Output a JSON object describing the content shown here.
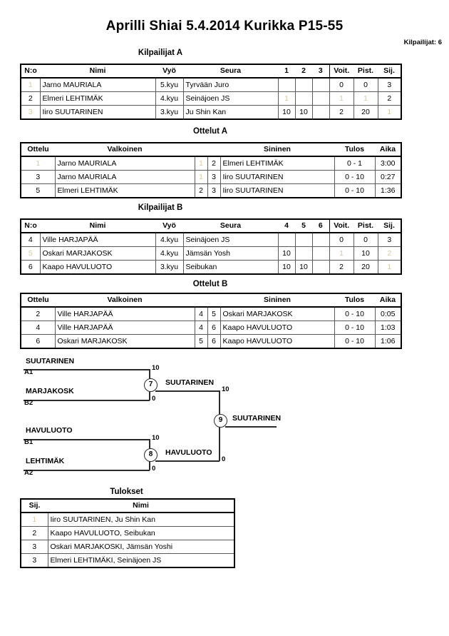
{
  "header": {
    "title": "Aprilli Shiai  5.4.2014  Kurikka   P15-55",
    "entrants": "Kilpailijat: 6"
  },
  "pool_a": {
    "caption": "Kilpailijat A",
    "columns": [
      "N:o",
      "Nimi",
      "Vyö",
      "Seura",
      "1",
      "2",
      "3",
      "Voit.",
      "Pist.",
      "Sij."
    ],
    "rows": [
      {
        "no": "1",
        "name": "Jarno MAURIALA",
        "belt": "5.kyu",
        "club": "Tyrvään Juro",
        "m1": "",
        "m2": "",
        "m3": "",
        "wins": "0",
        "points": "0",
        "rank": "3"
      },
      {
        "no": "2",
        "name": "Elmeri LEHTIMÄK",
        "belt": "4.kyu",
        "club": "Seinäjoen JS",
        "m1": "1",
        "m2": "",
        "m3": "",
        "wins": "1",
        "points": "1",
        "rank": "2"
      },
      {
        "no": "3",
        "name": "Iiro SUUTARINEN",
        "belt": "3.kyu",
        "club": "Ju Shin Kan",
        "m1": "10",
        "m2": "10",
        "m3": "",
        "wins": "2",
        "points": "20",
        "rank": "1"
      }
    ]
  },
  "matches_a": {
    "caption": "Ottelut A",
    "columns": [
      "Ottelu",
      "Valkoinen",
      "",
      "",
      "Sininen",
      "Tulos",
      "Aika"
    ],
    "rows": [
      {
        "no": "1",
        "white": "Jarno MAURIALA",
        "wno": "1",
        "bno": "2",
        "blue": "Elmeri LEHTIMÄK",
        "result": "0 - 1",
        "time": "3:00"
      },
      {
        "no": "3",
        "white": "Jarno MAURIALA",
        "wno": "1",
        "bno": "3",
        "blue": "Iiro SUUTARINEN",
        "result": "0 - 10",
        "time": "0:27"
      },
      {
        "no": "5",
        "white": "Elmeri LEHTIMÄK",
        "wno": "2",
        "bno": "3",
        "blue": "Iiro SUUTARINEN",
        "result": "0 - 10",
        "time": "1:36"
      }
    ]
  },
  "pool_b": {
    "caption": "Kilpailijat B",
    "columns": [
      "N:o",
      "Nimi",
      "Vyö",
      "Seura",
      "4",
      "5",
      "6",
      "Voit.",
      "Pist.",
      "Sij."
    ],
    "rows": [
      {
        "no": "4",
        "name": "Ville HARJAPÄÄ",
        "belt": "4.kyu",
        "club": "Seinäjoen JS",
        "m1": "",
        "m2": "",
        "m3": "",
        "wins": "0",
        "points": "0",
        "rank": "3"
      },
      {
        "no": "5",
        "name": "Oskari MARJAKOSK",
        "belt": "4.kyu",
        "club": "Jämsän Yosh",
        "m1": "10",
        "m2": "",
        "m3": "",
        "wins": "1",
        "points": "10",
        "rank": "2"
      },
      {
        "no": "6",
        "name": "Kaapo HAVULUOTO",
        "belt": "3.kyu",
        "club": "Seibukan",
        "m1": "10",
        "m2": "10",
        "m3": "",
        "wins": "2",
        "points": "20",
        "rank": "1"
      }
    ]
  },
  "matches_b": {
    "caption": "Ottelut B",
    "columns": [
      "Ottelu",
      "Valkoinen",
      "",
      "",
      "Sininen",
      "Tulos",
      "Aika"
    ],
    "rows": [
      {
        "no": "2",
        "white": "Ville HARJAPÄÄ",
        "wno": "4",
        "bno": "5",
        "blue": "Oskari MARJAKOSK",
        "result": "0 - 10",
        "time": "0:05"
      },
      {
        "no": "4",
        "white": "Ville HARJAPÄÄ",
        "wno": "4",
        "bno": "6",
        "blue": "Kaapo HAVULUOTO",
        "result": "0 - 10",
        "time": "1:03"
      },
      {
        "no": "6",
        "white": "Oskari MARJAKOSK",
        "wno": "5",
        "bno": "6",
        "blue": "Kaapo HAVULUOTO",
        "result": "0 - 10",
        "time": "1:06"
      }
    ]
  },
  "bracket": {
    "semifinals": [
      {
        "match_no": "7",
        "top": {
          "name": "SUUTARINEN",
          "seed": "A1",
          "score": "10"
        },
        "bottom": {
          "name": "MARJAKOSK",
          "seed": "B2",
          "score": "0"
        },
        "winner": "SUUTARINEN"
      },
      {
        "match_no": "8",
        "top": {
          "name": "HAVULUOTO",
          "seed": "B1",
          "score": "10"
        },
        "bottom": {
          "name": "LEHTIMÄK",
          "seed": "A2",
          "score": "0"
        },
        "winner": "HAVULUOTO"
      }
    ],
    "final": {
      "match_no": "9",
      "top_score": "10",
      "bottom_score": "0",
      "winner": "SUUTARINEN"
    }
  },
  "results": {
    "caption": "Tulokset",
    "columns": [
      "Sij.",
      "Nimi"
    ],
    "rows": [
      {
        "rank": "1",
        "name": "Iiro SUUTARINEN, Ju Shin Kan"
      },
      {
        "rank": "2",
        "name": "Kaapo HAVULUOTO, Seibukan"
      },
      {
        "rank": "3",
        "name": "Oskari MARJAKOSKI, Jämsän Yoshi"
      },
      {
        "rank": "3",
        "name": "Elmeri LEHTIMÄKI, Seinäjoen JS"
      }
    ]
  }
}
